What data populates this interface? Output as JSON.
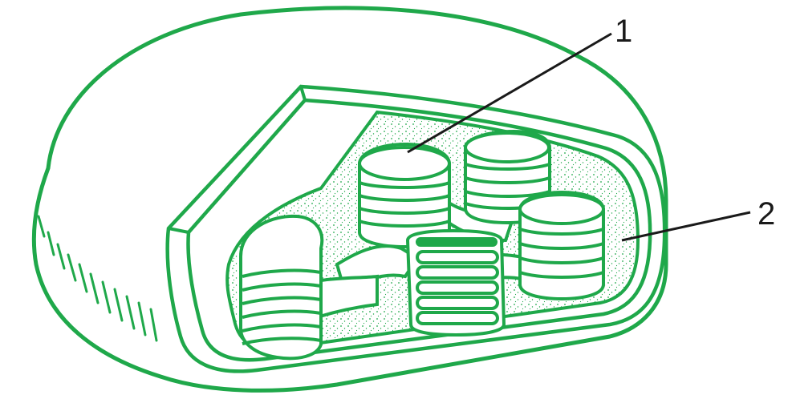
{
  "diagram": {
    "labels": [
      {
        "id": "label-1",
        "text": "1"
      },
      {
        "id": "label-2",
        "text": "2"
      }
    ],
    "colors": {
      "membrane": "#1fa84a",
      "membrane_dark": "#138a3a",
      "fill_light": "#ffffff",
      "stroma_dots": "#1fa84a",
      "leader": "#1a1a1a",
      "label": "#1a1a1a"
    }
  }
}
